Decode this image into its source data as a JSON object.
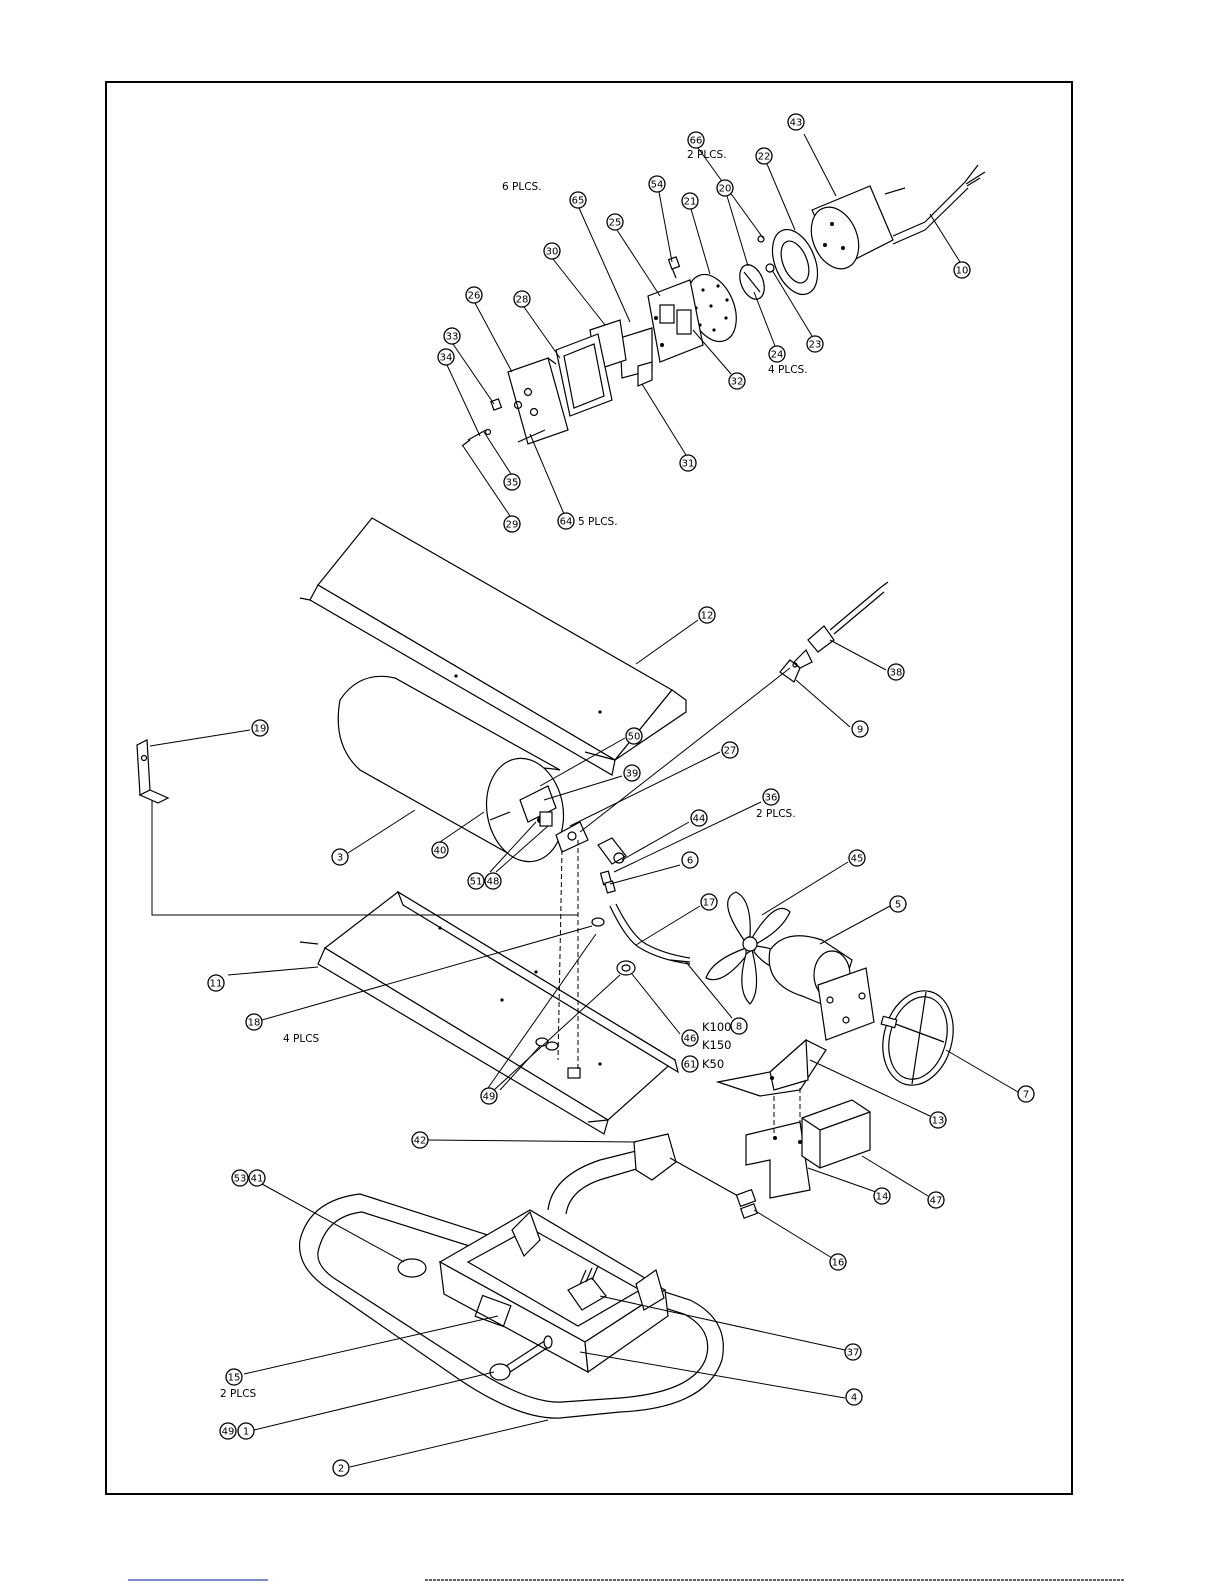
{
  "diagram": {
    "callouts": [
      {
        "id": "c43",
        "label": "43"
      },
      {
        "id": "c66",
        "label": "66"
      },
      {
        "id": "c22",
        "label": "22"
      },
      {
        "id": "c54",
        "label": "54"
      },
      {
        "id": "c21",
        "label": "21"
      },
      {
        "id": "c20",
        "label": "20"
      },
      {
        "id": "c65",
        "label": "65"
      },
      {
        "id": "c25",
        "label": "25"
      },
      {
        "id": "c30",
        "label": "30"
      },
      {
        "id": "c26",
        "label": "26"
      },
      {
        "id": "c28",
        "label": "28"
      },
      {
        "id": "c33",
        "label": "33"
      },
      {
        "id": "c34",
        "label": "34"
      },
      {
        "id": "c10",
        "label": "10"
      },
      {
        "id": "c23",
        "label": "23"
      },
      {
        "id": "c24",
        "label": "24"
      },
      {
        "id": "c32",
        "label": "32"
      },
      {
        "id": "c31",
        "label": "31"
      },
      {
        "id": "c35",
        "label": "35"
      },
      {
        "id": "c29",
        "label": "29"
      },
      {
        "id": "c64",
        "label": "64"
      },
      {
        "id": "c12",
        "label": "12"
      },
      {
        "id": "c38",
        "label": "38"
      },
      {
        "id": "c9",
        "label": "9"
      },
      {
        "id": "c19",
        "label": "19"
      },
      {
        "id": "c50",
        "label": "50"
      },
      {
        "id": "c39",
        "label": "39"
      },
      {
        "id": "c27",
        "label": "27"
      },
      {
        "id": "c36",
        "label": "36"
      },
      {
        "id": "c44",
        "label": "44"
      },
      {
        "id": "c3",
        "label": "3"
      },
      {
        "id": "c40",
        "label": "40"
      },
      {
        "id": "c51",
        "label": "51"
      },
      {
        "id": "c48",
        "label": "48"
      },
      {
        "id": "c6",
        "label": "6"
      },
      {
        "id": "c45",
        "label": "45"
      },
      {
        "id": "c5",
        "label": "5"
      },
      {
        "id": "c17",
        "label": "17"
      },
      {
        "id": "c11",
        "label": "11"
      },
      {
        "id": "c18",
        "label": "18"
      },
      {
        "id": "c8",
        "label": "8"
      },
      {
        "id": "c46",
        "label": "46"
      },
      {
        "id": "c61",
        "label": "61"
      },
      {
        "id": "c7",
        "label": "7"
      },
      {
        "id": "c49a",
        "label": "49"
      },
      {
        "id": "c13",
        "label": "13"
      },
      {
        "id": "c42",
        "label": "42"
      },
      {
        "id": "c14",
        "label": "14"
      },
      {
        "id": "c47",
        "label": "47"
      },
      {
        "id": "c53",
        "label": "53"
      },
      {
        "id": "c41",
        "label": "41"
      },
      {
        "id": "c16",
        "label": "16"
      },
      {
        "id": "c37",
        "label": "37"
      },
      {
        "id": "c15",
        "label": "15"
      },
      {
        "id": "c4",
        "label": "4"
      },
      {
        "id": "c49b",
        "label": "49"
      },
      {
        "id": "c1",
        "label": "1"
      },
      {
        "id": "c2",
        "label": "2"
      }
    ],
    "notes": {
      "n66": "2 PLCS.",
      "n65": "6  PLCS.",
      "n24": "4  PLCS.",
      "n64": "5  PLCS.",
      "n36": "2  PLCS.",
      "n18": "4  PLCS",
      "n15": "2  PLCS"
    },
    "models": {
      "m46a": "K100",
      "m46b": "K150",
      "m61": "K50"
    }
  }
}
